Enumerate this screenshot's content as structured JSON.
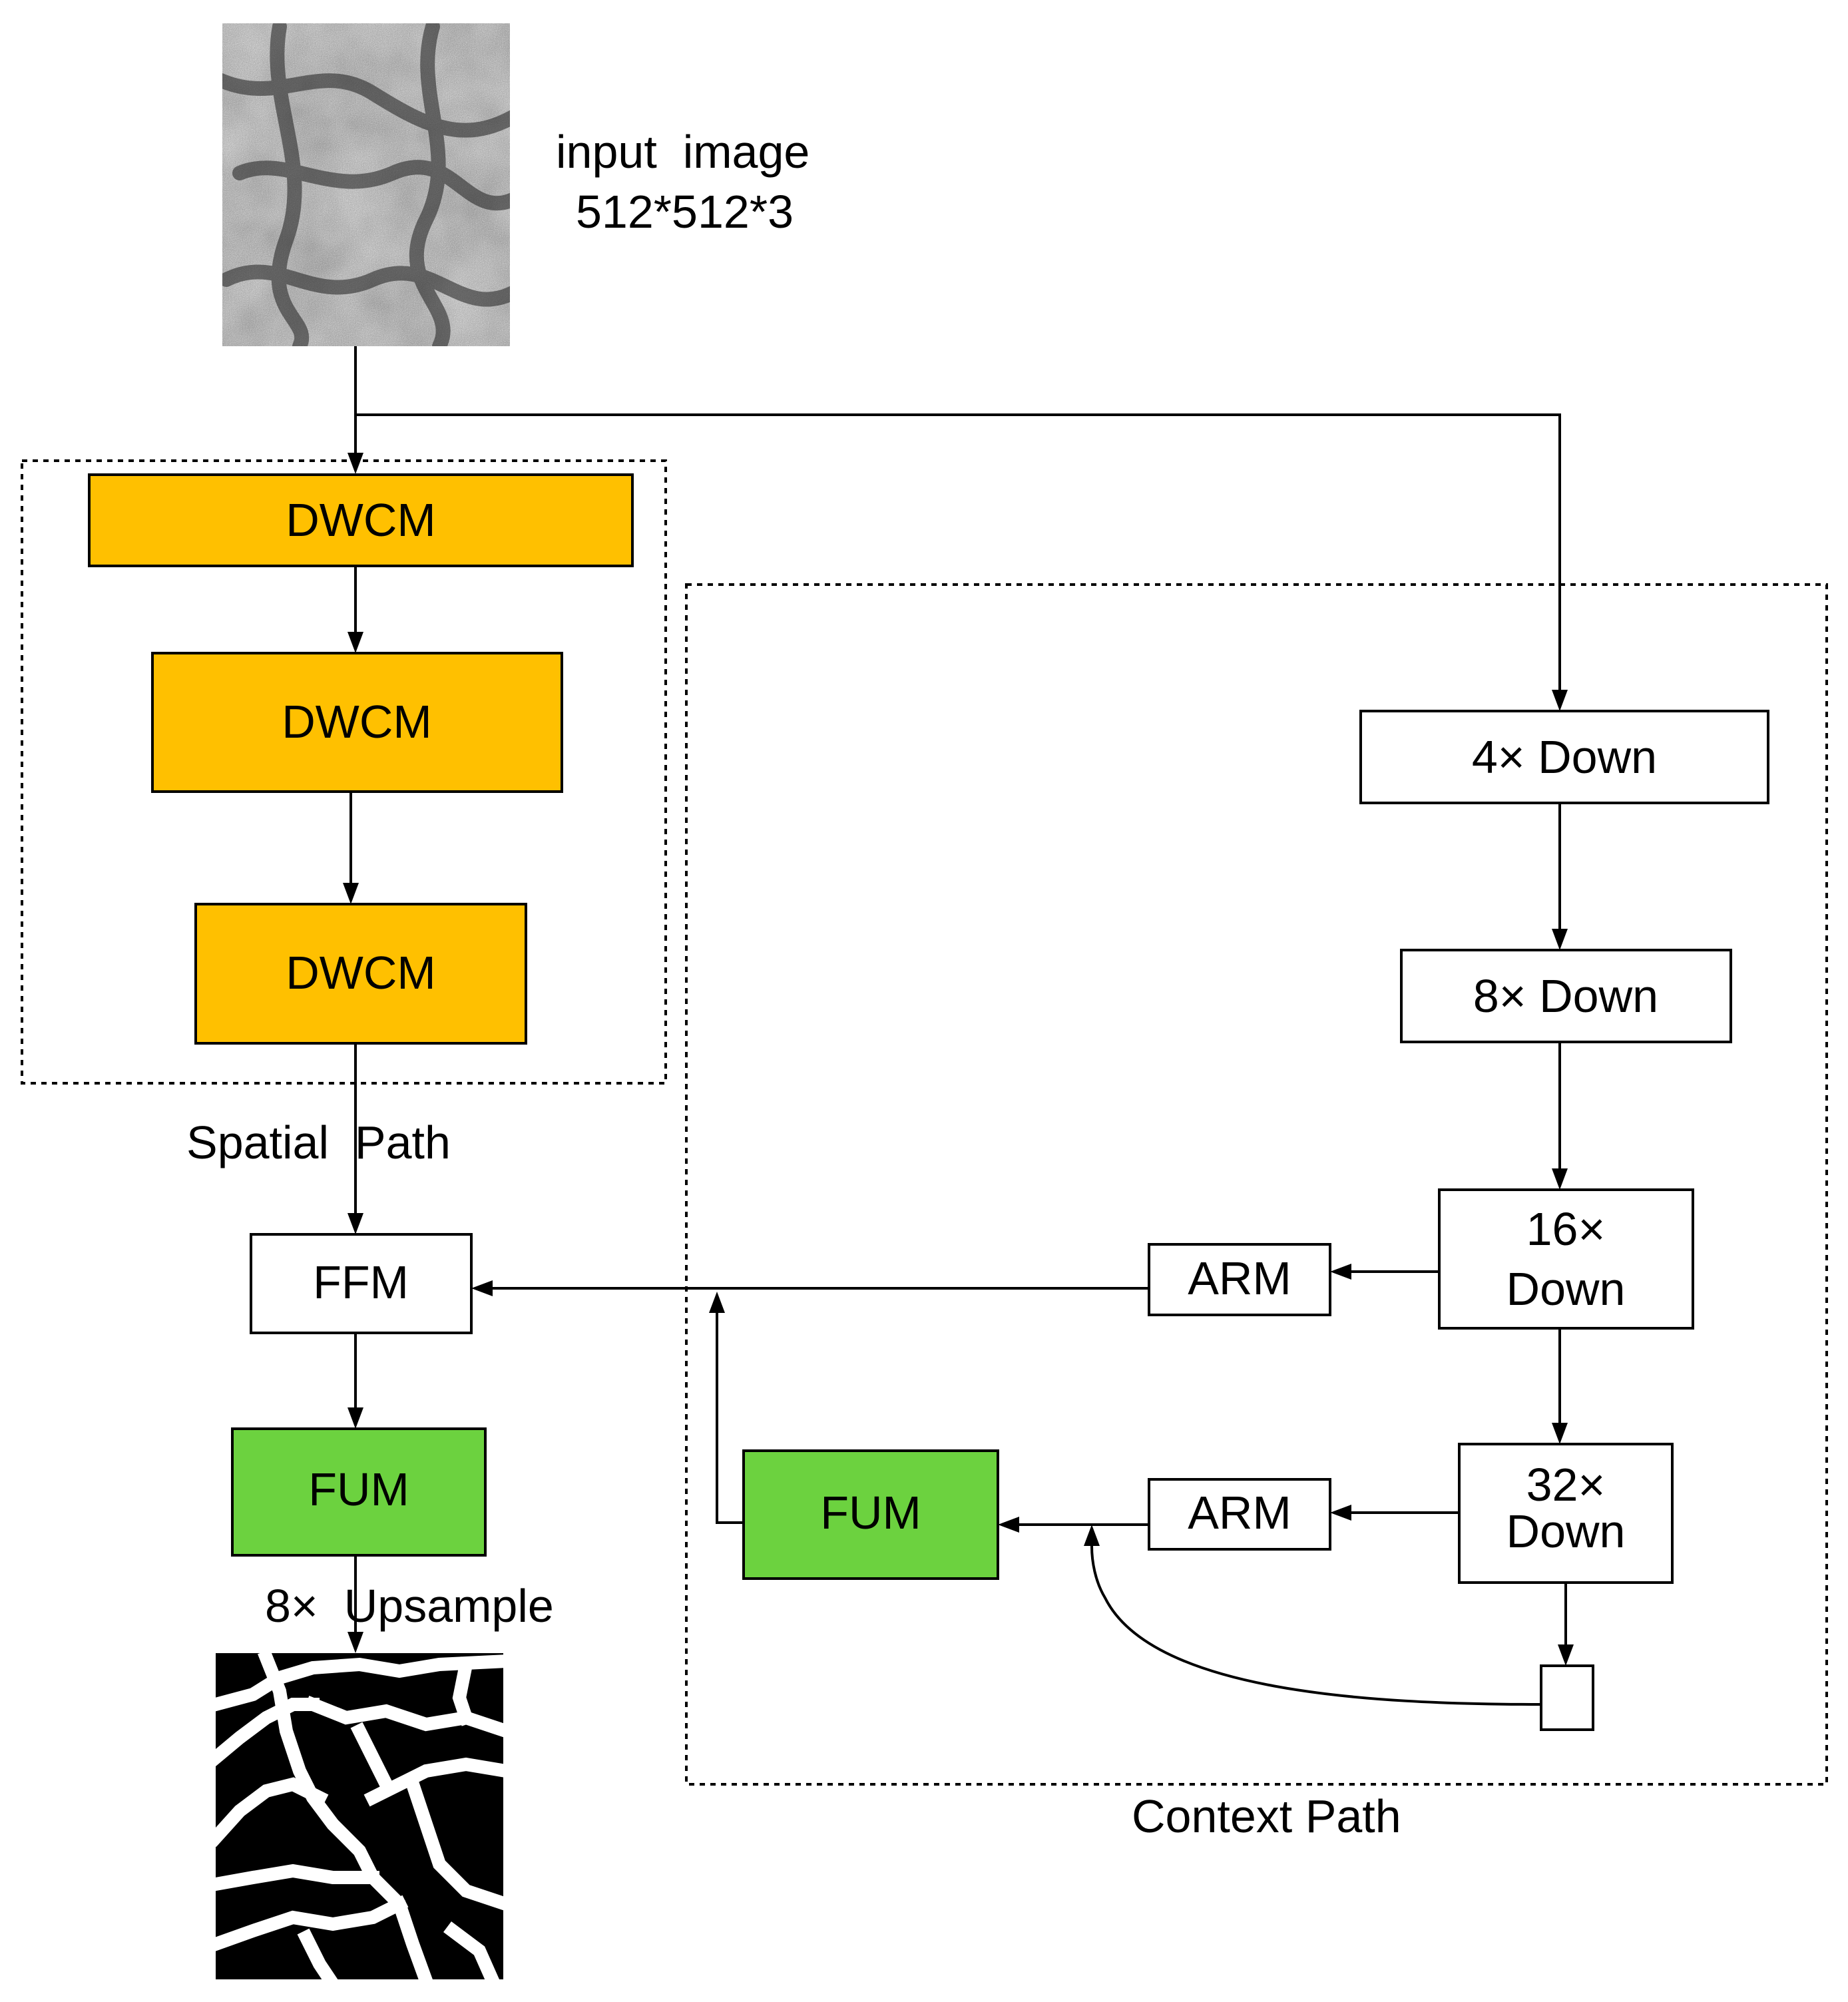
{
  "input": {
    "caption_line1": "input  image",
    "caption_line2": "512*512*3"
  },
  "spatial_path": {
    "label": "Spatial  Path",
    "modules": [
      "DWCM",
      "DWCM",
      "DWCM"
    ]
  },
  "context_path": {
    "label": "Context Path",
    "down_4": "4× Down",
    "down_8": "8× Down",
    "down_16_line1": "16×",
    "down_16_line2": "Down",
    "down_32_line1": "32×",
    "down_32_line2": "Down",
    "arm_16": "ARM",
    "arm_32": "ARM",
    "fum": "FUM"
  },
  "fusion": {
    "ffm": "FFM",
    "fum": "FUM",
    "upsample_label": "8×  Upsample"
  },
  "colors": {
    "dwcm_fill": "#FFC000",
    "fum_fill": "#6CD23F",
    "box_fill": "#FFFFFF",
    "stroke": "#000000"
  }
}
